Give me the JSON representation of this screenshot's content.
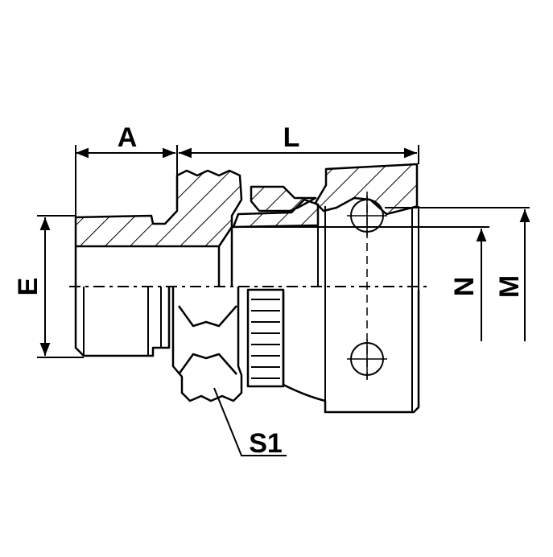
{
  "drawing": {
    "line_color": "#000000",
    "background": "#ffffff",
    "labels": {
      "a": "A",
      "l": "L",
      "e": "E",
      "n": "N",
      "m": "M",
      "s1": "S1"
    }
  }
}
